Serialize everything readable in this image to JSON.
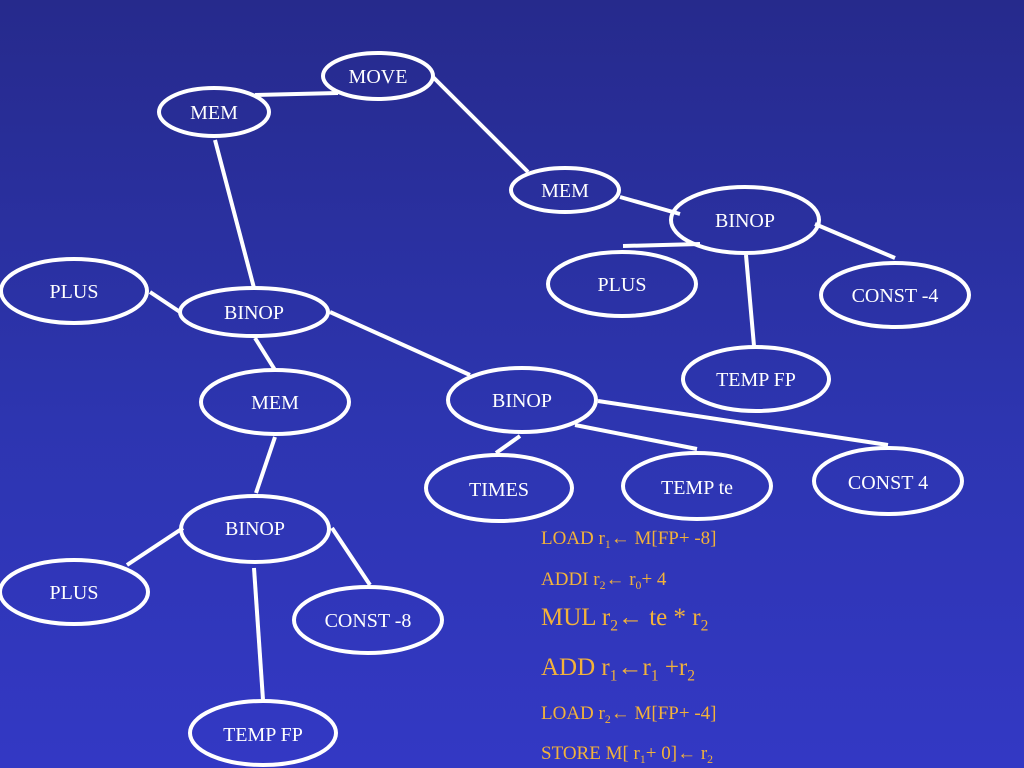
{
  "nodes": {
    "move": "MOVE",
    "mem_left": "MEM",
    "mem_right": "MEM",
    "binop_right": "BINOP",
    "plus_right": "PLUS",
    "const_neg4": "CONST -4",
    "temp_fp_right": "TEMP FP",
    "plus_left_top": "PLUS",
    "binop_left": "BINOP",
    "mem_middle": "MEM",
    "binop_middle": "BINOP",
    "times": "TIMES",
    "temp_te": "TEMP te",
    "const_4": "CONST 4",
    "binop_bottom": "BINOP",
    "plus_bottom": "PLUS",
    "const_neg8": "CONST -8",
    "temp_fp_bottom": "TEMP FP"
  },
  "code": {
    "line1": {
      "a": "LOAD r",
      "s1": "1",
      "b": "← M[FP+ -8]"
    },
    "line2": {
      "a": "ADDI  r",
      "s1": "2",
      "b": "← r",
      "s2": "0",
      "c": "+ 4"
    },
    "line3": {
      "a": "MUL r",
      "s1": "2",
      "b": "← te * r",
      "s2": "2"
    },
    "line4": {
      "a": "ADD r",
      "s1": "1",
      "b": "←r",
      "s2": "1",
      "c": " +r",
      "s3": "2"
    },
    "line5": {
      "a": "LOAD r",
      "s1": "2",
      "b": "← M[FP+ -4]"
    },
    "line6": {
      "a": "STORE M[ r",
      "s1": "1",
      "b": "+ 0]← r",
      "s2": "2"
    }
  },
  "colors": {
    "background_top": "#262a8c",
    "background_bottom": "#3338c4",
    "node_stroke": "#ffffff",
    "code_text": "#f3b23a"
  }
}
